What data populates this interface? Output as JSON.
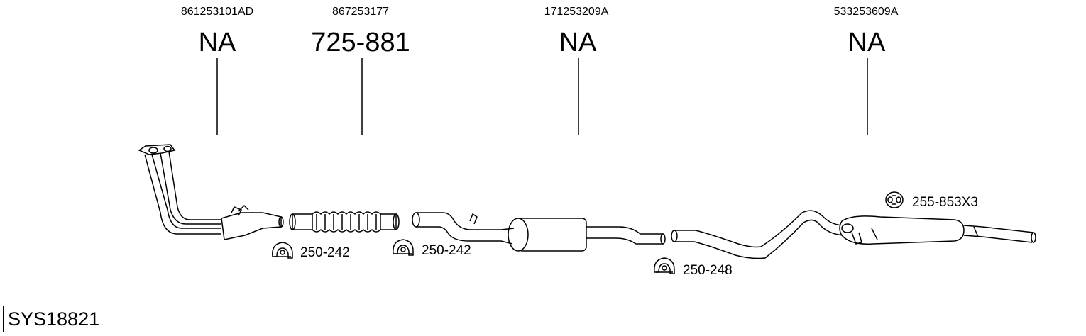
{
  "parts": [
    {
      "oem": "861253101AD",
      "ref": "NA"
    },
    {
      "oem": "867253177",
      "ref": "725-881"
    },
    {
      "oem": "171253209A",
      "ref": "NA"
    },
    {
      "oem": "533253609A",
      "ref": "NA"
    }
  ],
  "accessories": [
    {
      "label": "250-242",
      "icon": "clamp-icon"
    },
    {
      "label": "250-242",
      "icon": "clamp-icon"
    },
    {
      "label": "250-248",
      "icon": "clamp-icon"
    },
    {
      "label": "255-853X3",
      "icon": "rubber-hanger-icon"
    }
  ],
  "system_code": "SYS18821"
}
